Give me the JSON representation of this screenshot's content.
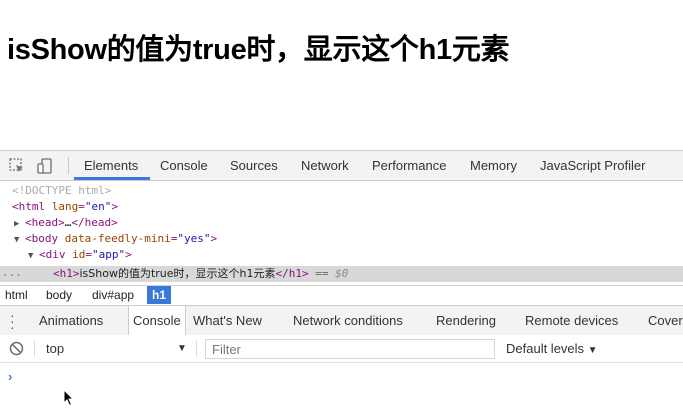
{
  "page": {
    "heading": "isShow的值为true时，显示这个h1元素"
  },
  "devtools": {
    "tabs": [
      "Elements",
      "Console",
      "Sources",
      "Network",
      "Performance",
      "Memory",
      "JavaScript Profiler"
    ],
    "active_tab": "Elements",
    "elements": {
      "doctype": "<!DOCTYPE html>",
      "html_open": {
        "tag": "html",
        "attr": "lang",
        "value": "\"en\""
      },
      "head": {
        "tag": "head",
        "ellipsis": "…"
      },
      "body": {
        "tag": "body",
        "attr": "data-feedly-mini",
        "value": "\"yes\""
      },
      "div": {
        "tag": "div",
        "attr": "id",
        "value": "\"app\""
      },
      "h1": {
        "tag": "h1",
        "text": "isShow的值为true时，显示这个h1元素",
        "marker": "==",
        "ref": "$0"
      },
      "dots": "..."
    },
    "breadcrumbs": [
      "html",
      "body",
      "div#app",
      "h1"
    ],
    "drawer_tabs": [
      "Animations",
      "Console",
      "What's New",
      "Network conditions",
      "Rendering",
      "Remote devices",
      "Cover"
    ],
    "active_drawer_tab": "Console",
    "console": {
      "context": "top",
      "filter_placeholder": "Filter",
      "levels": "Default levels",
      "prompt": "›"
    }
  },
  "colors": {
    "accent": "#3879d9",
    "tag": "#881280",
    "attr": "#994500",
    "value": "#1a1aa6"
  }
}
